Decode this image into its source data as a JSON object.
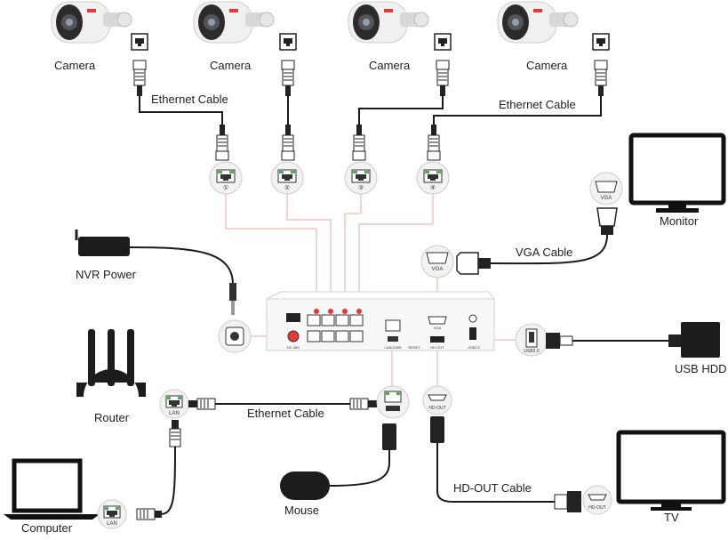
{
  "labels": {
    "camera_1": "Camera",
    "camera_2": "Camera",
    "camera_3": "Camera",
    "camera_4": "Camera",
    "ethernet_cable_top": "Ethernet Cable",
    "ethernet_cable_right": "Ethernet Cable",
    "ethernet_cable_bottom": "Ethernet Cable",
    "nvr_power": "NVR Power",
    "monitor": "Monitor",
    "vga_cable": "VGA Cable",
    "usb_hdd": "USB HDD",
    "router": "Router",
    "computer": "Computer",
    "mouse": "Mouse",
    "hd_out_cable": "HD-OUT Cable",
    "tv": "TV"
  },
  "port_tags": {
    "lan_router": "LAN",
    "lan_computer": "LAN",
    "vga_monitor": "VGA",
    "vga_nvr": "VGA",
    "usb": "USB2.0",
    "hd_out": "HD-OUT",
    "hd_out_tv": "HD-OUT",
    "poe_1": "①",
    "poe_2": "②",
    "poe_3": "③",
    "poe_4": "④"
  },
  "nvr_panel": {
    "dc_in": "DC 48V",
    "lan_uplink": "LAN/100M",
    "reset": "RESET",
    "hd_out": "HD OUT",
    "vga": "VGA",
    "usb": "USB2.0"
  },
  "colors": {
    "connector_line": "#f3a59c",
    "cable": "#1a1a1a",
    "device_fill": "#ffffff",
    "device_dark": "#1c1c1c",
    "led_green": "#4caf50",
    "led_red": "#e53935"
  }
}
